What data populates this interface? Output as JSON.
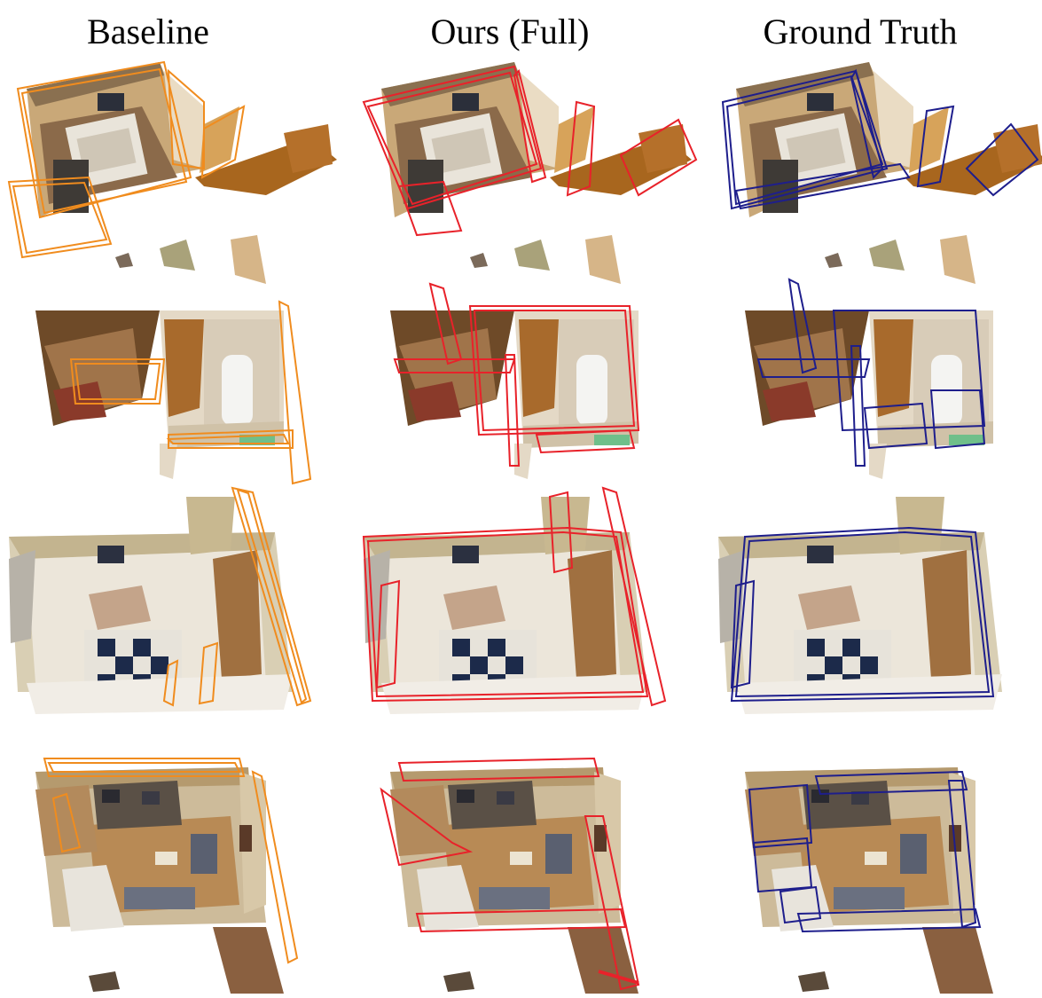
{
  "columns": [
    {
      "id": "baseline",
      "title": "Baseline",
      "box_color": "#f08c1e"
    },
    {
      "id": "ours",
      "title": "Ours (Full)",
      "box_color": "#e8222a"
    },
    {
      "id": "gt",
      "title": "Ground Truth",
      "box_color": "#1e1e8c"
    }
  ],
  "rows": [
    {
      "id": "scene-bedroom"
    },
    {
      "id": "scene-bathroom"
    },
    {
      "id": "scene-kitchen"
    },
    {
      "id": "scene-living-room"
    }
  ],
  "palette": {
    "floor_wood": "#b7772e",
    "wall_beige": "#d8c8a8",
    "tile_light": "#e6ddcd",
    "shadow": "#5a4a3a",
    "white": "#ffffff"
  }
}
